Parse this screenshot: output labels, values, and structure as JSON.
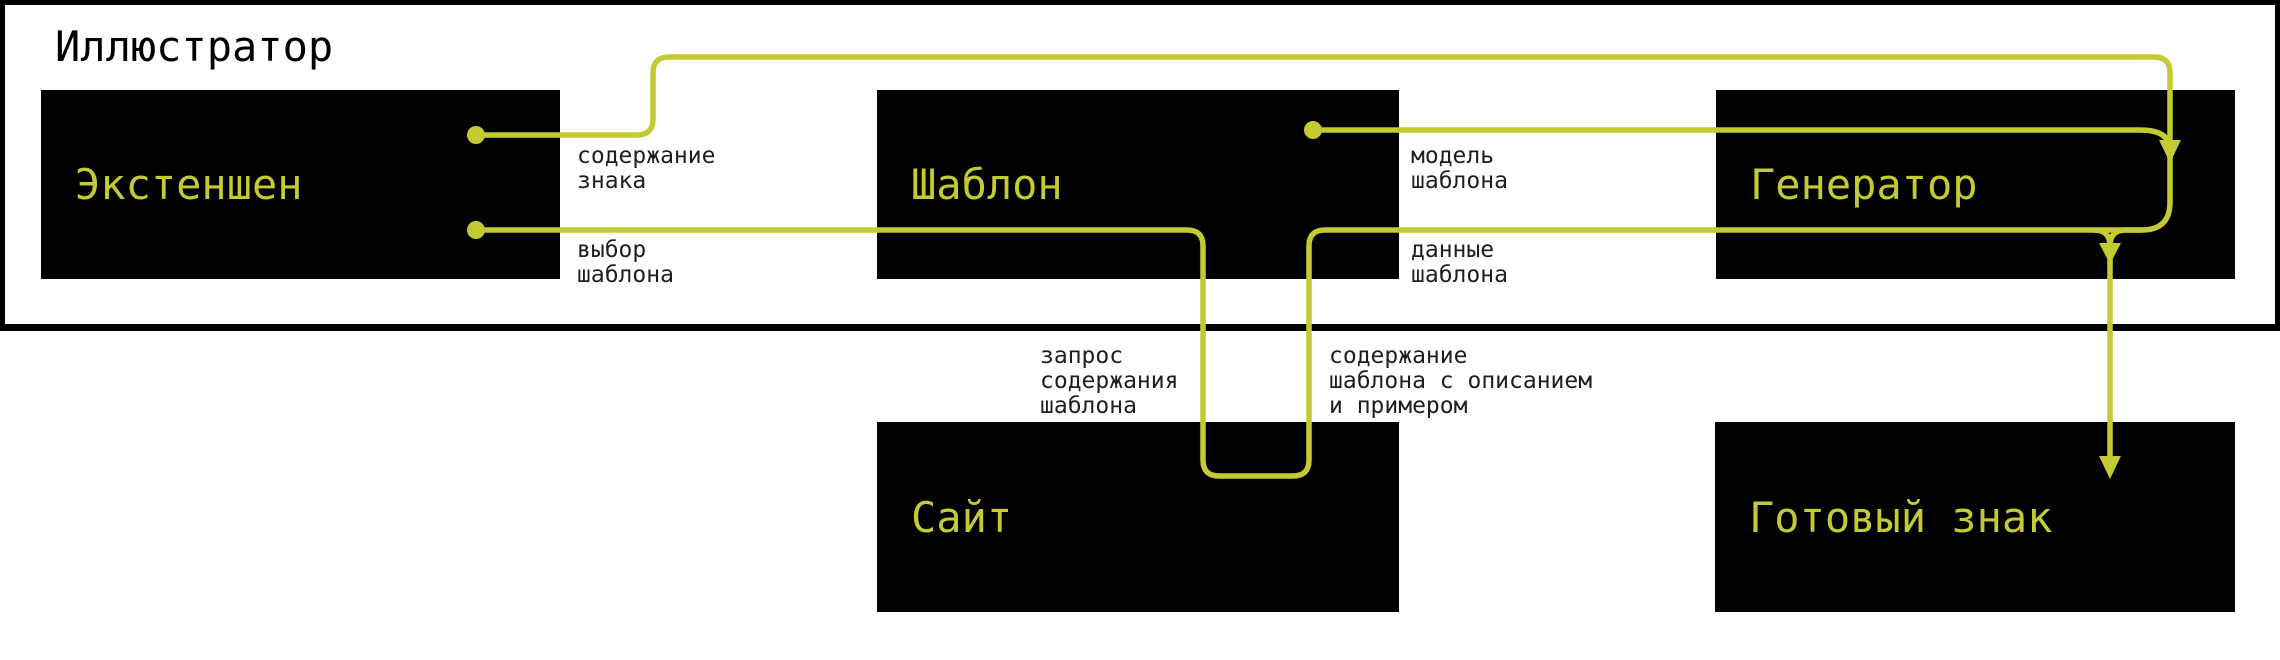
{
  "diagram": {
    "title": "Иллюстратор",
    "nodes": [
      {
        "id": "extension",
        "label": "Экстеншен"
      },
      {
        "id": "template",
        "label": "Шаблон"
      },
      {
        "id": "generator",
        "label": "Генератор"
      },
      {
        "id": "site",
        "label": "Сайт"
      },
      {
        "id": "ready-sign",
        "label": "Готовый знак"
      }
    ],
    "edge_labels": [
      {
        "id": "sign-content",
        "text": "содержание\nзнака"
      },
      {
        "id": "template-choice",
        "text": "выбор\nшаблона"
      },
      {
        "id": "template-model",
        "text": "модель\nшаблона"
      },
      {
        "id": "template-data",
        "text": "данные\nшаблона"
      },
      {
        "id": "template-content-request",
        "text": "запрос\nсодержания\nшаблона"
      },
      {
        "id": "template-content-response",
        "text": "содержание\nшаблона с описанием\nи примером"
      }
    ],
    "colors": {
      "accent": "#c4ca32",
      "node_background": "#000000",
      "node_text": "#c4ca32",
      "label_text": "#1e1e1e",
      "container_border": "#000000",
      "background": "#ffffff"
    }
  }
}
